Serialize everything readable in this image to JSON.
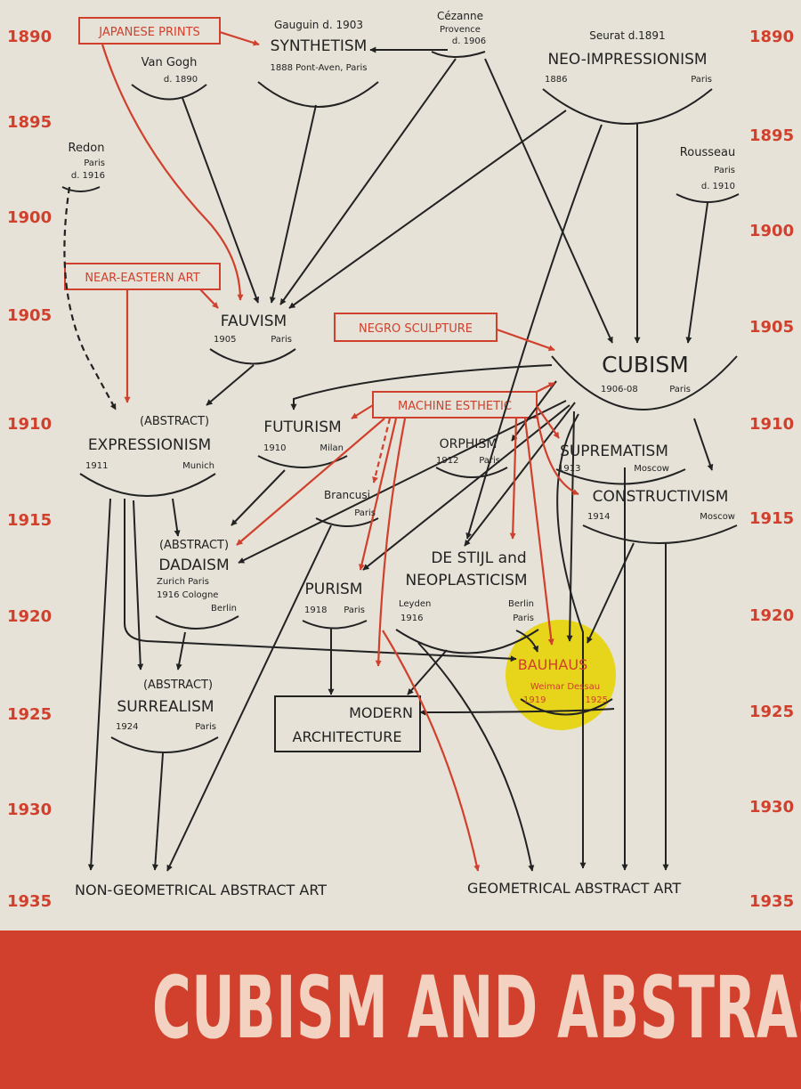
{
  "banner": {
    "title": "CUBISM AND ABSTRACT ART"
  },
  "colors": {
    "black_ink": "#222222",
    "red_ink": "#d0402c",
    "paper": "#e6e2d8",
    "bauhaus_highlight": "#e6d51a"
  },
  "years_left": [
    "1890",
    "1895",
    "1900",
    "1905",
    "1910",
    "1915",
    "1920",
    "1925",
    "1930",
    "1935"
  ],
  "years_right": [
    "1890",
    "1895",
    "1900",
    "1905",
    "1910",
    "1915",
    "1920",
    "1925",
    "1930",
    "1935"
  ],
  "influences": {
    "japanese_prints": "JAPANESE PRINTS",
    "near_eastern_art": "NEAR-EASTERN ART",
    "negro_sculpture": "NEGRO SCULPTURE",
    "machine_esthetic": "MACHINE ESTHETIC"
  },
  "nodes": {
    "gauguin": {
      "artist": "Gauguin  d. 1903",
      "movement": "SYNTHETISM",
      "detail": "1888  Pont-Aven, Paris"
    },
    "cezanne": {
      "artist": "Cézanne",
      "place": "Provence",
      "died": "d. 1906"
    },
    "seurat": {
      "artist": "Seurat  d.1891",
      "movement": "NEO-IMPRESSIONISM",
      "year": "1886",
      "city": "Paris"
    },
    "vangogh": {
      "artist": "Van Gogh",
      "died": "d. 1890"
    },
    "redon": {
      "artist": "Redon",
      "city": "Paris",
      "died": "d. 1916"
    },
    "rousseau": {
      "artist": "Rousseau",
      "city": "Paris",
      "died": "d. 1910"
    },
    "fauvism": {
      "movement": "FAUVISM",
      "year": "1905",
      "city": "Paris"
    },
    "cubism": {
      "movement": "CUBISM",
      "year": "1906-08",
      "city": "Paris"
    },
    "expressionism": {
      "prefix": "(ABSTRACT)",
      "movement": "EXPRESSIONISM",
      "year": "1911",
      "city": "Munich"
    },
    "futurism": {
      "movement": "FUTURISM",
      "year": "1910",
      "city": "Milan"
    },
    "orphism": {
      "movement": "ORPHISM",
      "year": "1912",
      "city": "Paris"
    },
    "suprematism": {
      "movement": "SUPREMATISM",
      "year": "1913",
      "city": "Moscow"
    },
    "constructivism": {
      "movement": "CONSTRUCTIVISM",
      "year": "1914",
      "city": "Moscow"
    },
    "brancusi": {
      "artist": "Brancusi",
      "city": "Paris"
    },
    "dadaism": {
      "prefix": "(ABSTRACT)",
      "movement": "DADAISM",
      "line1": "Zurich    Paris",
      "line2": "1916  Cologne",
      "line3": "Berlin"
    },
    "destijl": {
      "line1": "DE STIJL and",
      "line2": "NEOPLASTICISM",
      "city1": "Leyden",
      "year1": "1916",
      "city2": "Berlin",
      "city3": "Paris"
    },
    "purism": {
      "movement": "PURISM",
      "year": "1918",
      "city": "Paris"
    },
    "bauhaus": {
      "movement": "BAUHAUS",
      "cities": "Weimar  Dessau",
      "year1": "1919",
      "year2": "1925"
    },
    "surrealism": {
      "prefix": "(ABSTRACT)",
      "movement": "SURREALISM",
      "year": "1924",
      "city": "Paris"
    },
    "modern_architecture": {
      "line1": "MODERN",
      "line2": "ARCHITECTURE"
    }
  },
  "outcomes": {
    "non_geometrical": "NON-GEOMETRICAL ABSTRACT ART",
    "geometrical": "GEOMETRICAL ABSTRACT ART"
  }
}
